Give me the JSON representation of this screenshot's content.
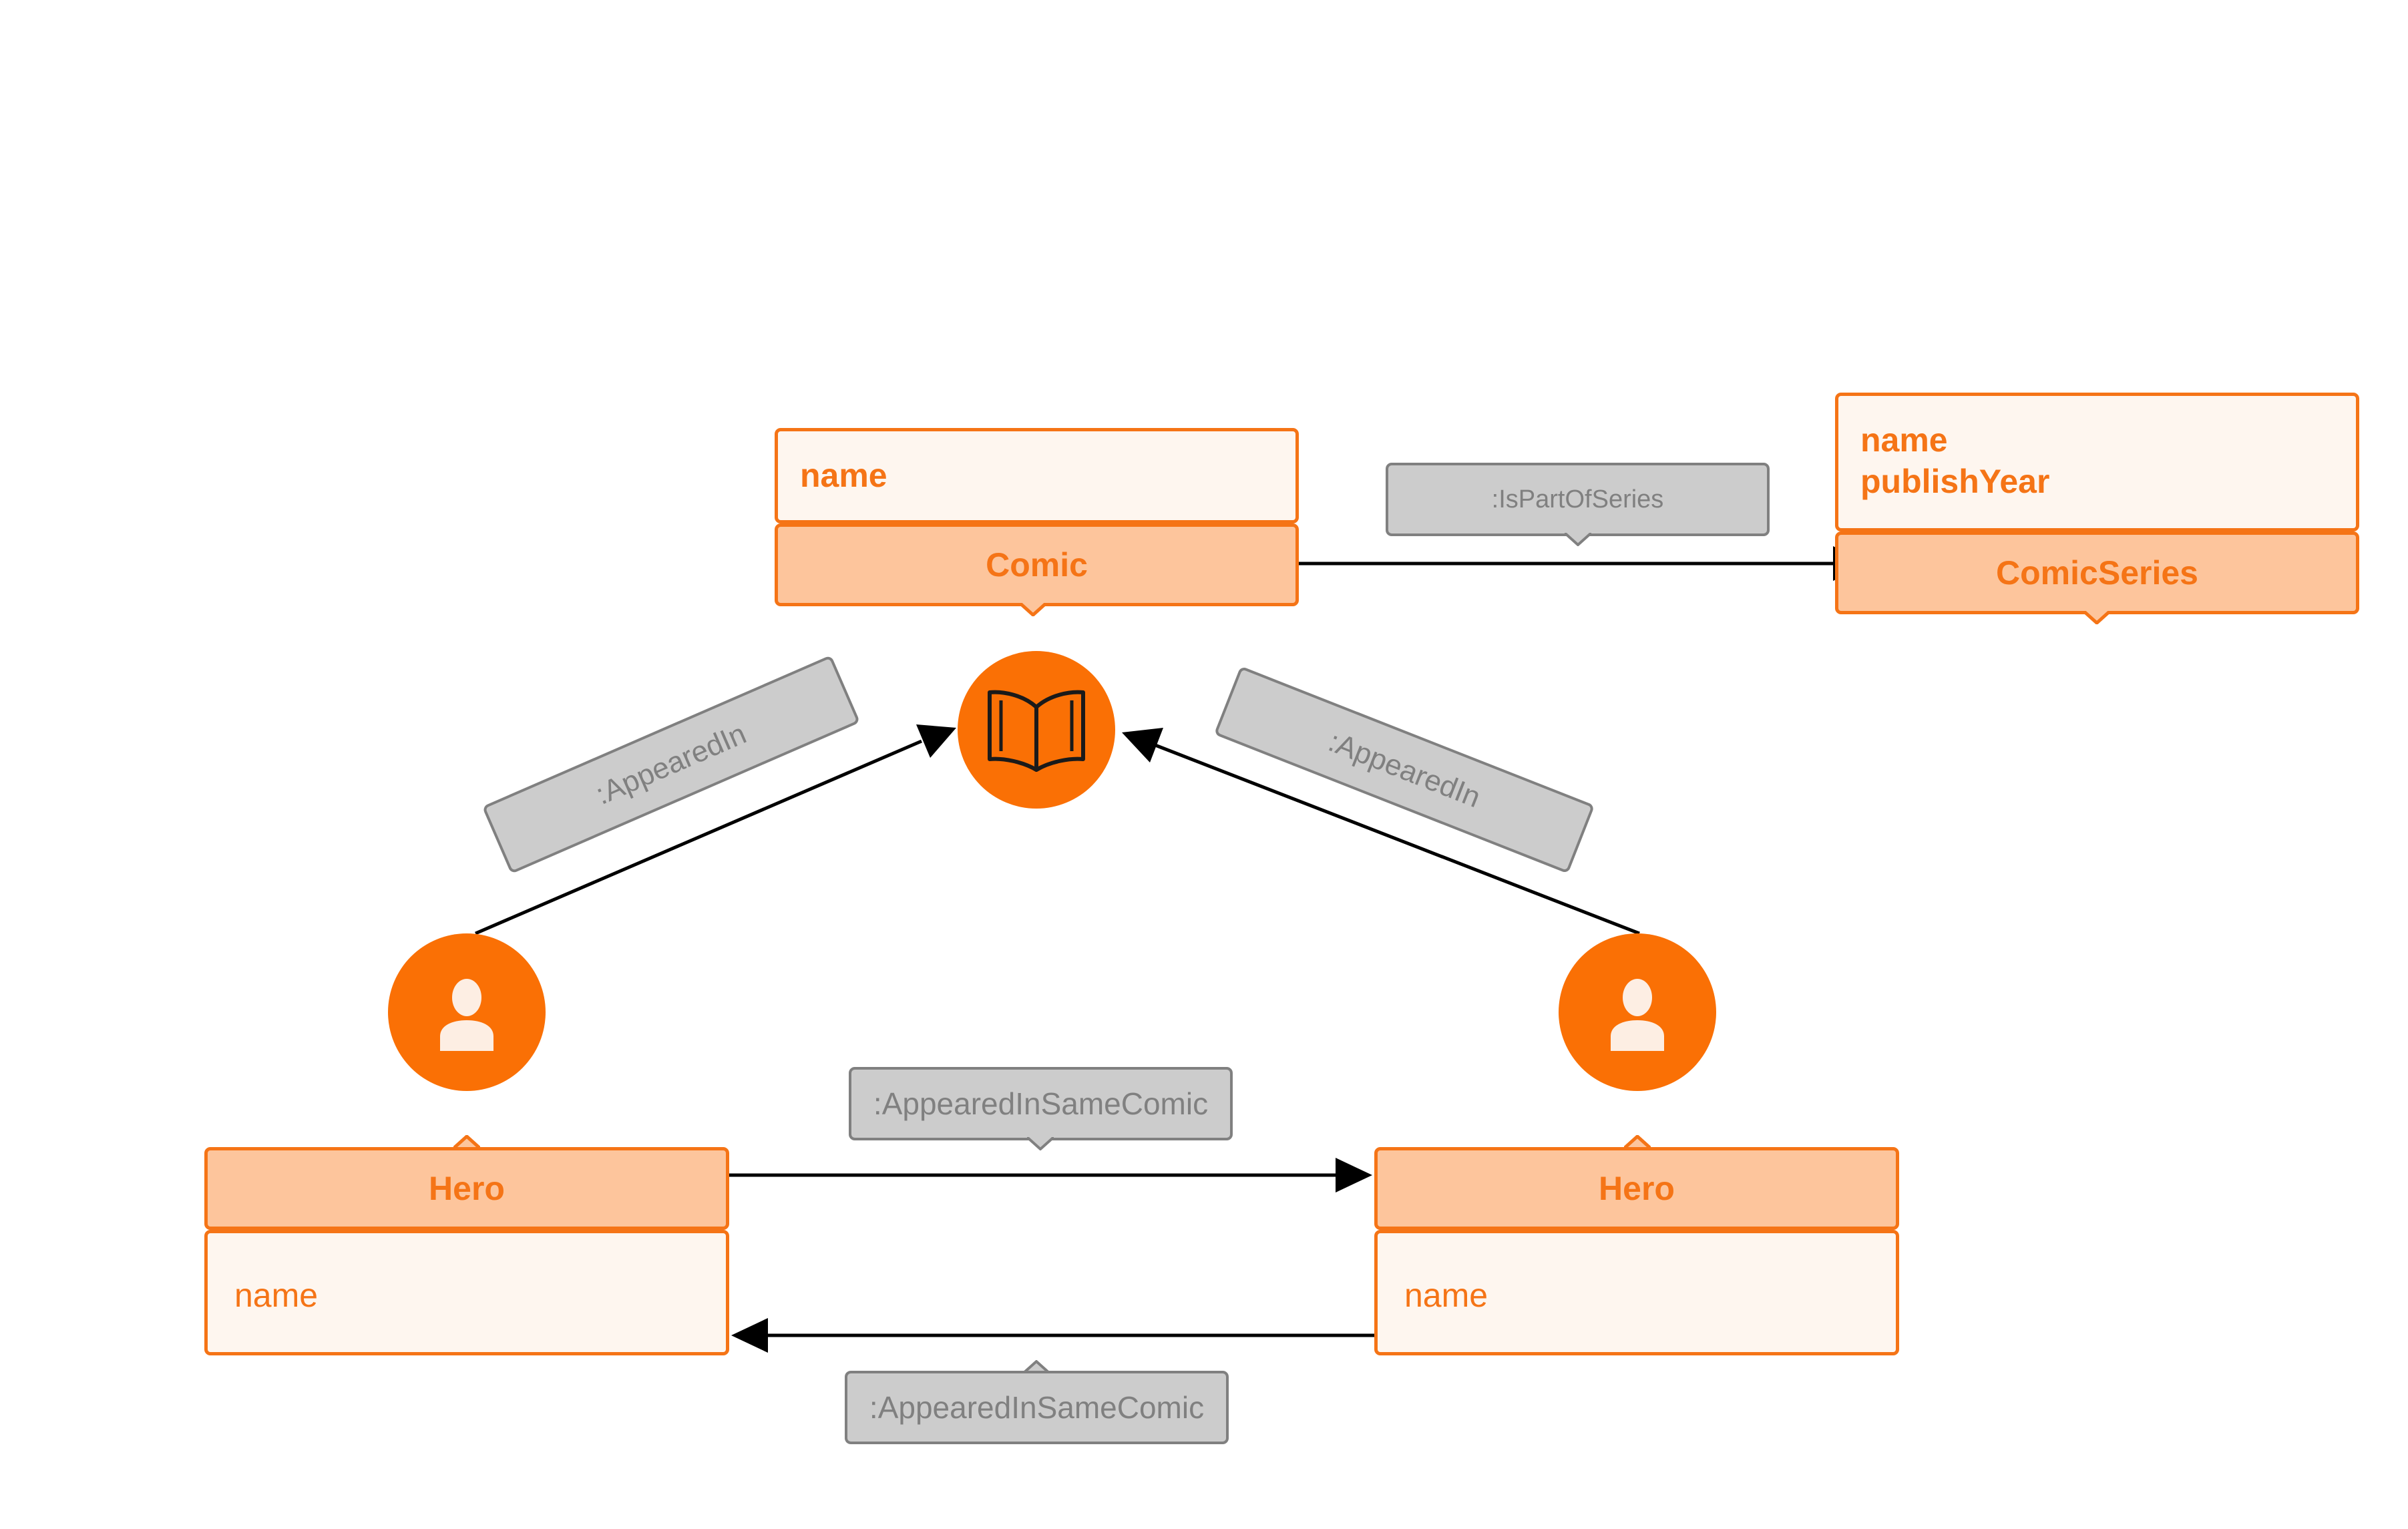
{
  "colors": {
    "accent": "#fa7005",
    "label_fill": "#fdc59c",
    "props_fill": "#fef6ef",
    "rel_fill": "#cccccc",
    "rel_border": "#808080",
    "edge": "#000000"
  },
  "icons": {
    "comic": "book-icon",
    "hero": "person-icon"
  },
  "comic": {
    "label": "Comic",
    "properties": [
      "name"
    ]
  },
  "comic_series": {
    "label": "ComicSeries",
    "properties": [
      "name",
      "publishYear"
    ]
  },
  "hero_left": {
    "label": "Hero",
    "properties": [
      "name"
    ]
  },
  "hero_right": {
    "label": "Hero",
    "properties": [
      "name"
    ]
  },
  "relationships": {
    "is_part_of_series": ":IsPartOfSeries",
    "appeared_in_left": ":AppearedIn",
    "appeared_in_right": ":AppearedIn",
    "appeared_in_same_comic_top": ":AppearedInSameComic",
    "appeared_in_same_comic_bottom": ":AppearedInSameComic"
  }
}
